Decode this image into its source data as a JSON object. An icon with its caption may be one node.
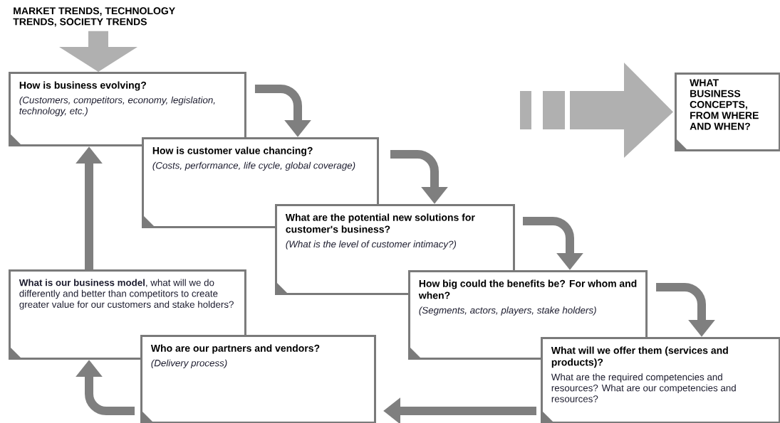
{
  "diagram": {
    "nodes": [
      {
        "text": [
          "MARKET TRENDS, TECHNOLOGY TRENDS, SOCIETY TRENDS"
        ]
      },
      {
        "text": [
          "How is business evolving?",
          "(Customers, competitors, economy, legislation, technology, etc.)"
        ]
      },
      {
        "text": [
          "How is customer value chancing?",
          "(Costs, performance, life cycle, global coverage)"
        ]
      },
      {
        "text": [
          "What are the potential new solutions for customer's business?",
          "(What is the level of customer intimacy?)"
        ]
      },
      {
        "text": [
          "How big could the benefits be? For whom and when?",
          "(Segments, actors, players, stake holders)"
        ]
      },
      {
        "text": [
          "What will we offer them (services and products)?",
          "What are the required competencies and resources?  What are our competencies and resources?"
        ]
      },
      {
        "text": [
          "Who are our partners and vendors?",
          "(Delivery process)"
        ]
      },
      {
        "text": [
          "**What is our business model**, what will we do differently and better than competitors to create greater value for our customers and stake holders?"
        ]
      },
      {
        "text": [
          "WHAT BUSINESS CONCEPTS, FROM WHERE AND WHEN?"
        ]
      }
    ],
    "edges": [
      {
        "from": 0,
        "to": 1,
        "arrow": "to",
        "style": "thick",
        "color": "#b0b0b0"
      },
      {
        "from": 1,
        "to": 2,
        "arrow": "to"
      },
      {
        "from": 2,
        "to": 3,
        "arrow": "to"
      },
      {
        "from": 3,
        "to": 4,
        "arrow": "to"
      },
      {
        "from": 4,
        "to": 5,
        "arrow": "to"
      },
      {
        "from": 5,
        "to": 6,
        "arrow": "to"
      },
      {
        "from": 6,
        "to": 7,
        "arrow": "to"
      },
      {
        "from": 7,
        "to": 1,
        "arrow": "to"
      },
      {
        "from": null,
        "to": 8,
        "arrow": "to",
        "style": "dashed",
        "color": "#b0b0b0"
      }
    ]
  }
}
